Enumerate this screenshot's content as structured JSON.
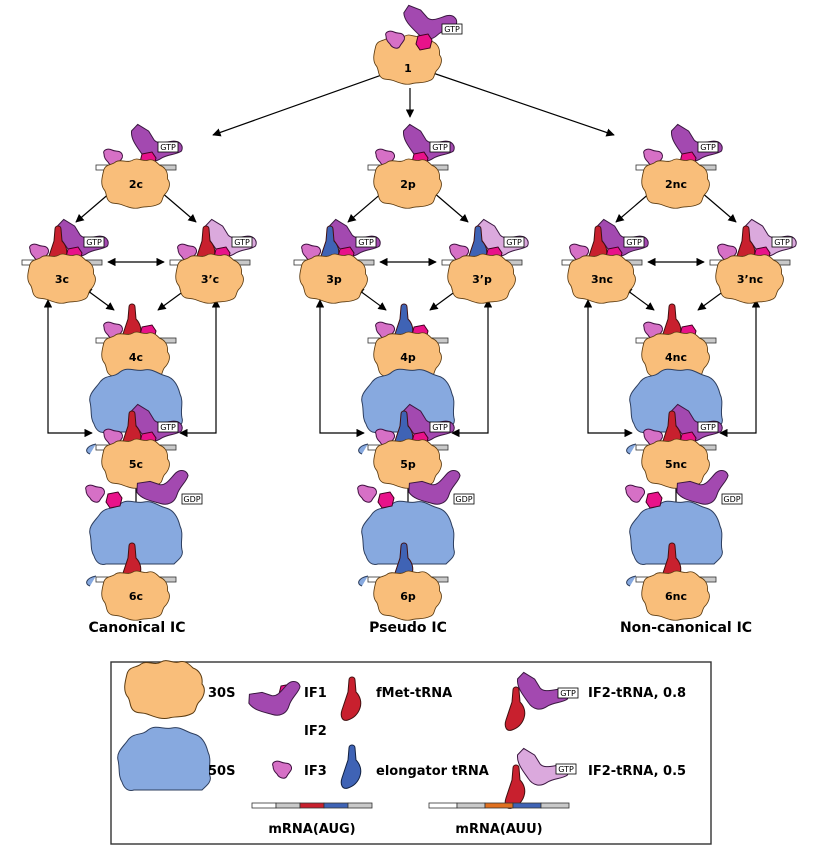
{
  "colors": {
    "s30": "#f9be7a",
    "s50": "#87a9df",
    "if1": "#e8128a",
    "if2": "#a349b0",
    "if2_light": "#dba9dd",
    "if3": "#d670c6",
    "fmet": "#c8202e",
    "elong": "#3f63b5",
    "mrna_grey": "#c9c9c9",
    "mrna_orange": "#e07020"
  },
  "top_node": {
    "label": "1",
    "tag": "GTP"
  },
  "columns": [
    {
      "title": "Canonical IC",
      "codon": "aug",
      "trna": "fmet",
      "nodes": {
        "n2": "2c",
        "n3": "3c",
        "n3b": "3’c",
        "n4": "4c",
        "n5": "5c",
        "n6": "6c"
      }
    },
    {
      "title": "Pseudo IC",
      "codon": "aug",
      "trna": "elong",
      "nodes": {
        "n2": "2p",
        "n3": "3p",
        "n3b": "3’p",
        "n4": "4p",
        "n5": "5p",
        "n6": "6p"
      }
    },
    {
      "title": "Non-canonical IC",
      "codon": "auu",
      "trna": "fmet",
      "nodes": {
        "n2": "2nc",
        "n3": "3nc",
        "n3b": "3’nc",
        "n4": "4nc",
        "n5": "5nc",
        "n6": "6nc"
      }
    }
  ],
  "tags": {
    "gtp": "GTP",
    "gdp": "GDP"
  },
  "legend": {
    "s30": "30S",
    "s50": "50S",
    "if1": "IF1",
    "if2": "IF2",
    "if3": "IF3",
    "fmet": "fMet-tRNA",
    "elong": "elongator tRNA",
    "if2trna08": "IF2-tRNA, 0.8",
    "if2trna05": "IF2-tRNA, 0.5",
    "mrna_aug": "mRNA(AUG)",
    "mrna_auu": "mRNA(AUU)",
    "gtp": "GTP"
  }
}
